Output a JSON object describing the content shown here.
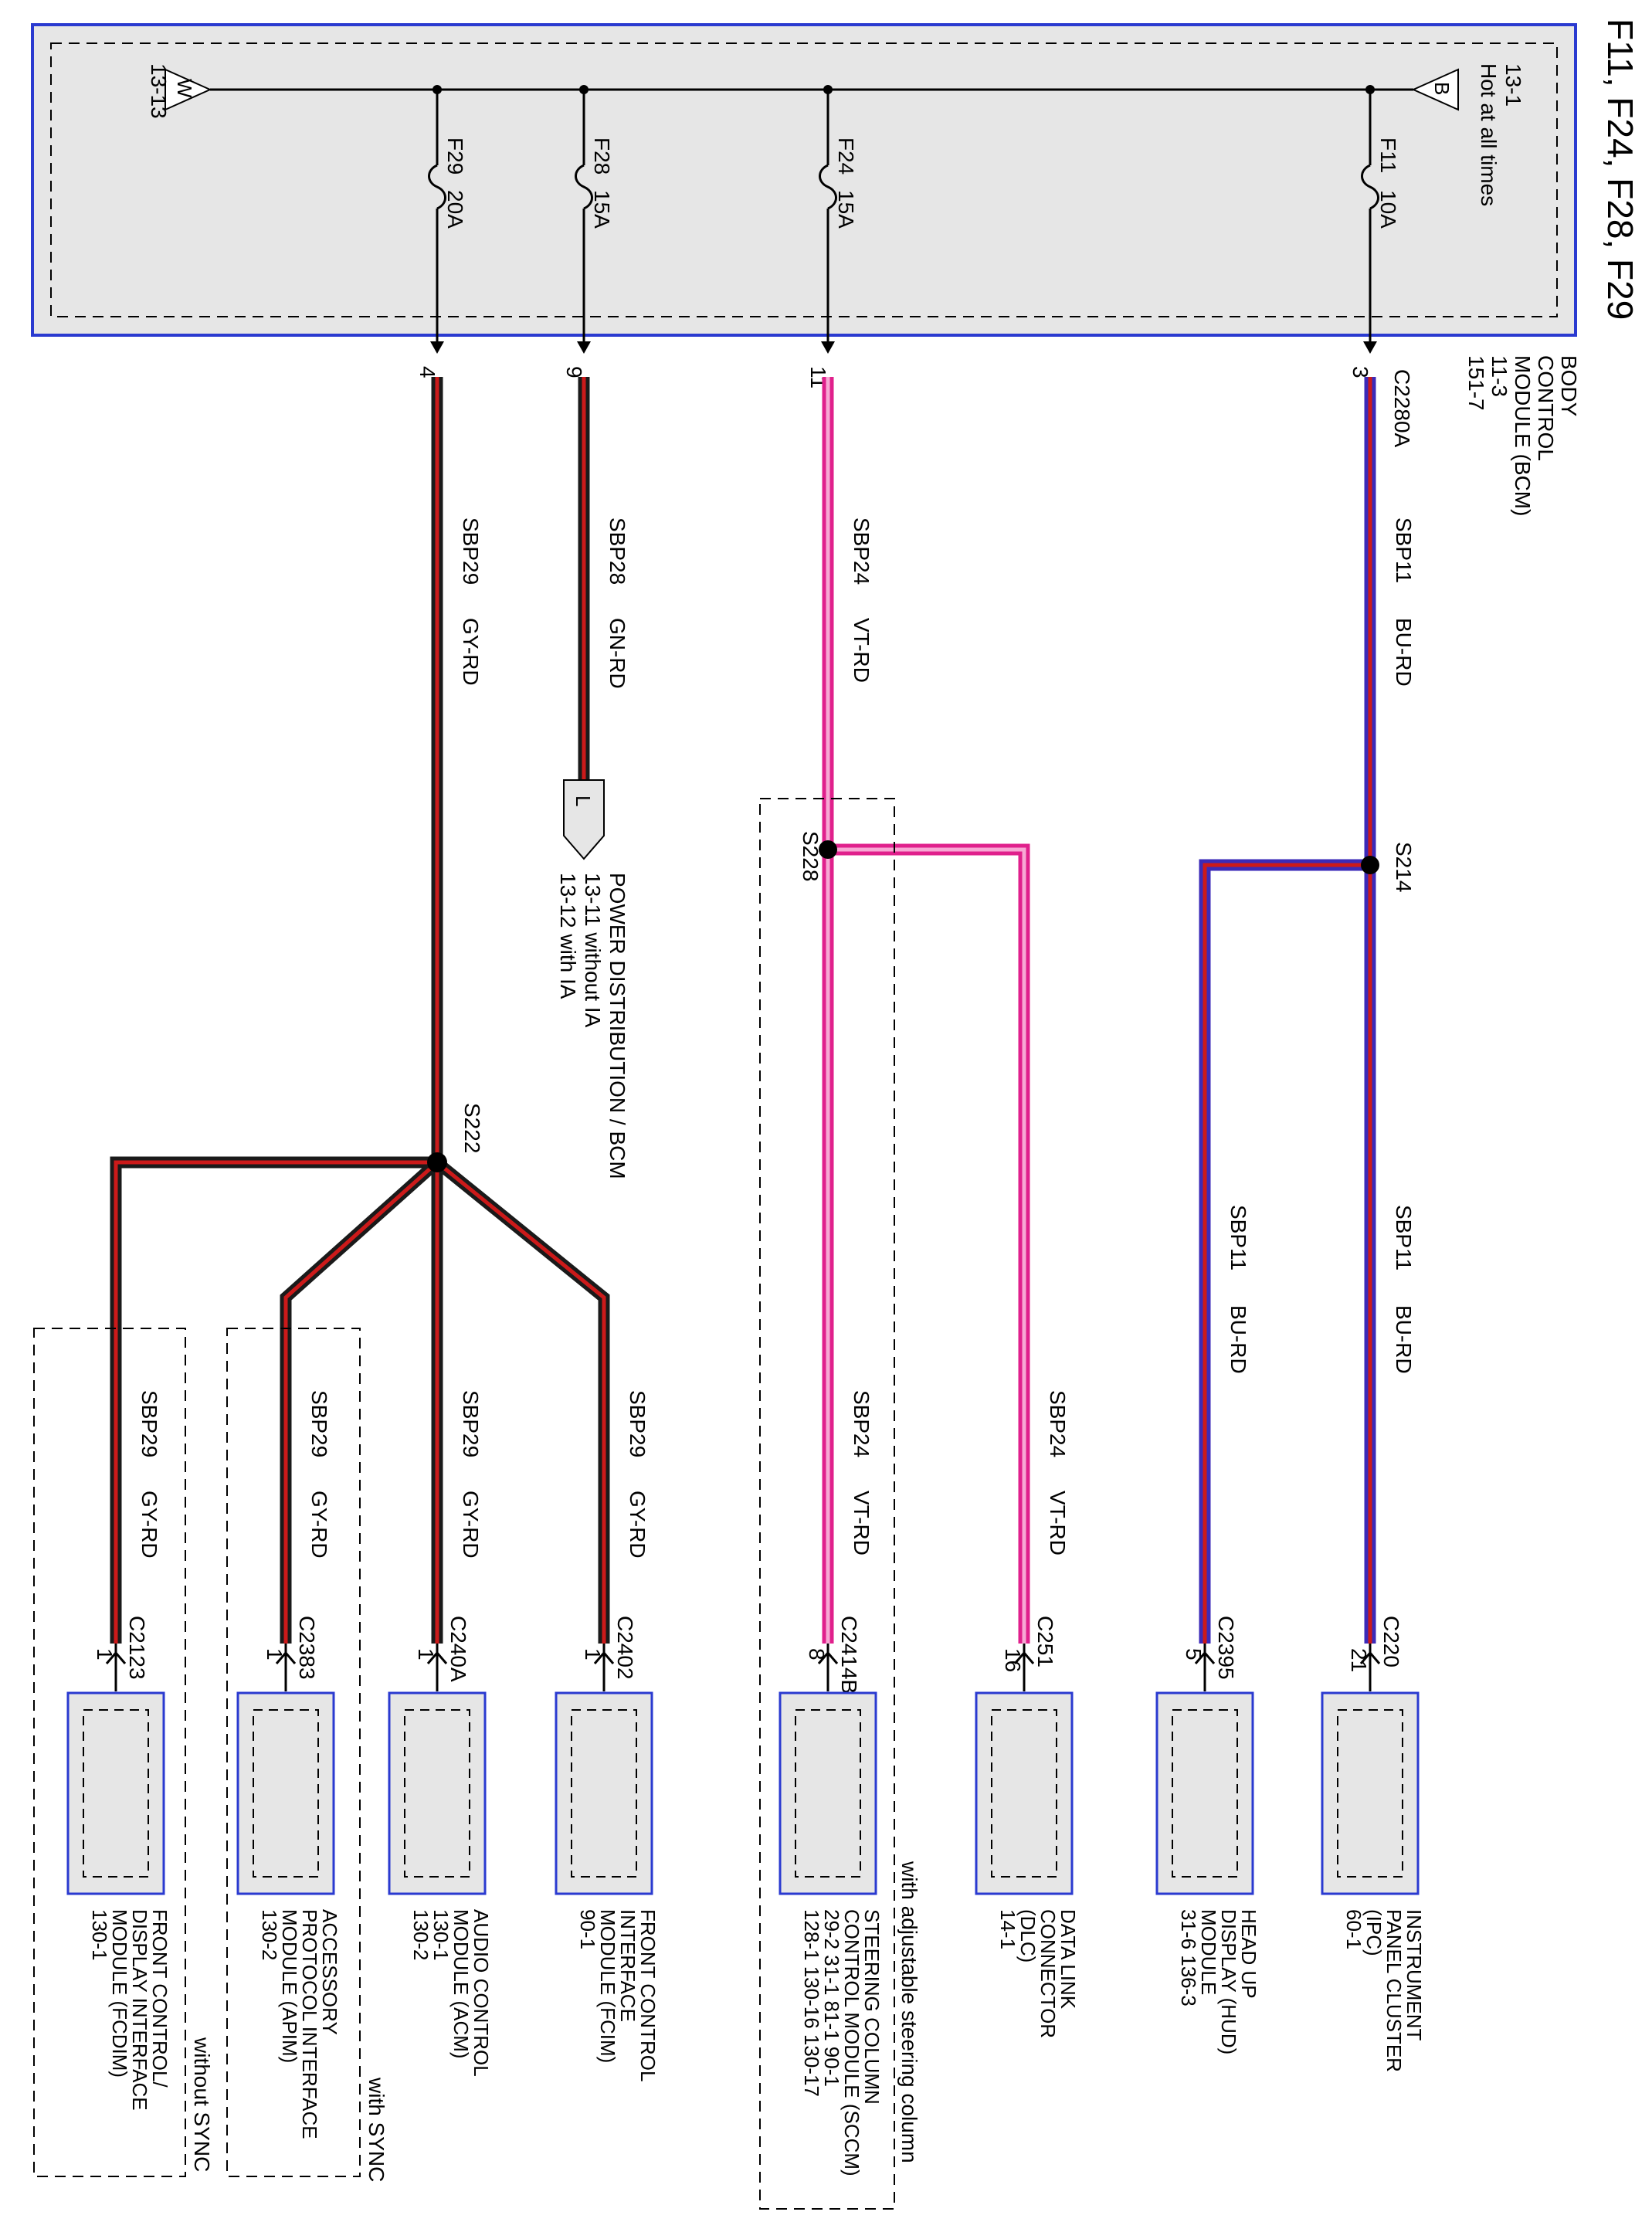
{
  "title": "F11, F24, F28, F29",
  "colors": {
    "frame_fill": "#e6e6e6",
    "frame_border": "#2a3ad0",
    "wire_blue": "#3b2ab8",
    "wire_violet": "#e0208c",
    "wire_gray": "#1a1a1a",
    "wire_red_stripe": "#cc1a1a"
  },
  "bcm": {
    "hot_label": "Hot at all times",
    "hot_ref": "13-1",
    "ground_ref": "13-13",
    "connector_b": "B",
    "connector_w": "W",
    "name_lines": [
      "BODY",
      "CONTROL",
      "MODULE (BCM)",
      "11-3",
      "151-7"
    ],
    "connector": "C2280A",
    "fuses": [
      {
        "name": "F11",
        "rating": "10A",
        "pin": "3"
      },
      {
        "name": "F24",
        "rating": "15A",
        "pin": "11"
      },
      {
        "name": "F28",
        "rating": "15A",
        "pin": "9"
      },
      {
        "name": "F29",
        "rating": "20A",
        "pin": "4"
      }
    ]
  },
  "circuits": {
    "sbp11": {
      "circuit": "SBP11",
      "color": "BU-RD"
    },
    "sbp24": {
      "circuit": "SBP24",
      "color": "VT-RD"
    },
    "sbp28": {
      "circuit": "SBP28",
      "color": "GN-RD"
    },
    "sbp29": {
      "circuit": "SBP29",
      "color": "GY-RD"
    }
  },
  "splices": {
    "s214": "S214",
    "s228": "S228",
    "s222": "S222"
  },
  "power_dist": {
    "connector_l": "L",
    "lines": [
      "POWER DISTRIBUTION / BCM",
      "13-11   without IA",
      "13-12   with IA"
    ]
  },
  "modules": [
    {
      "connector": "C220",
      "pin": "21",
      "lines": [
        "INSTRUMENT",
        "PANEL CLUSTER",
        "(IPC)",
        "60-1"
      ]
    },
    {
      "connector": "C2395",
      "pin": "5",
      "lines": [
        "HEAD UP",
        "DISPLAY (HUD)",
        "MODULE",
        "31-6     136-3"
      ]
    },
    {
      "connector": "C251",
      "pin": "16",
      "lines": [
        "DATA LINK",
        "CONNECTOR",
        "(DLC)",
        "14-1"
      ]
    },
    {
      "connector": "C2414B",
      "pin": "8",
      "lines": [
        "STEERING COLUMN",
        "CONTROL MODULE (SCCM)",
        "29-2    31-1  81-1  90-1",
        "128-1  130-16  130-17"
      ]
    },
    {
      "connector": "C2402",
      "pin": "1",
      "lines": [
        "FRONT CONTROL",
        "INTERFACE",
        "MODULE (FCIM)",
        "90-1"
      ]
    },
    {
      "connector": "C240A",
      "pin": "1",
      "lines": [
        "AUDIO CONTROL",
        "MODULE (ACM)",
        "130-1",
        "130-2"
      ]
    },
    {
      "connector": "C2383",
      "pin": "1",
      "lines": [
        "ACCESSORY",
        "PROTOCOL INTERFACE",
        "MODULE (APIM)",
        "130-2"
      ]
    },
    {
      "connector": "C2123",
      "pin": "1",
      "lines": [
        "FRONT CONTROL/",
        "DISPLAY INTERFACE",
        "MODULE (FCDIM)",
        "130-1"
      ]
    }
  ],
  "options": {
    "adjustable": "with adjustable steering column",
    "with_sync": "with SYNC",
    "without_sync": "without SYNC"
  }
}
